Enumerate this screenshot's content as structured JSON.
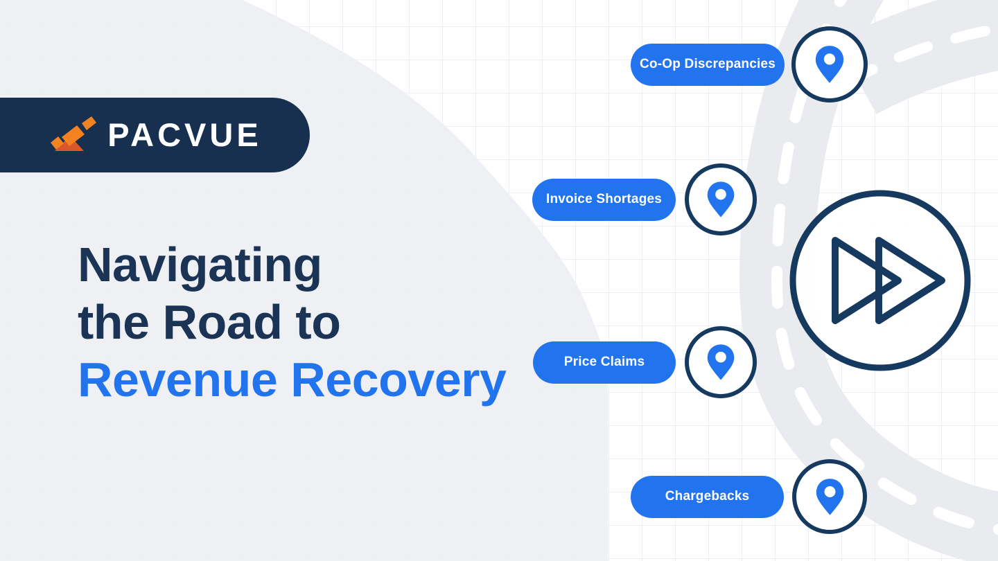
{
  "brand": {
    "name": "PACVUE"
  },
  "headline": {
    "line1": "Navigating",
    "line2": "the Road to",
    "line3": "Revenue Recovery"
  },
  "stops": [
    {
      "label": "Co-Op Discrepancies"
    },
    {
      "label": "Invoice Shortages"
    },
    {
      "label": "Price Claims"
    },
    {
      "label": "Chargebacks"
    }
  ],
  "icons": {
    "pin": "map-pin-icon",
    "emblem": "fast-forward-icon",
    "logo": "telescope-icon"
  },
  "colors": {
    "navy": "#18304f",
    "navy_text": "#1b3455",
    "ring": "#16395f",
    "blue": "#2174ee",
    "field_gray": "#edeff2",
    "road_gray": "#e8eaee",
    "grid_line": "#eceff3",
    "orange": "#f58220",
    "orange_dark": "#d9572a"
  }
}
